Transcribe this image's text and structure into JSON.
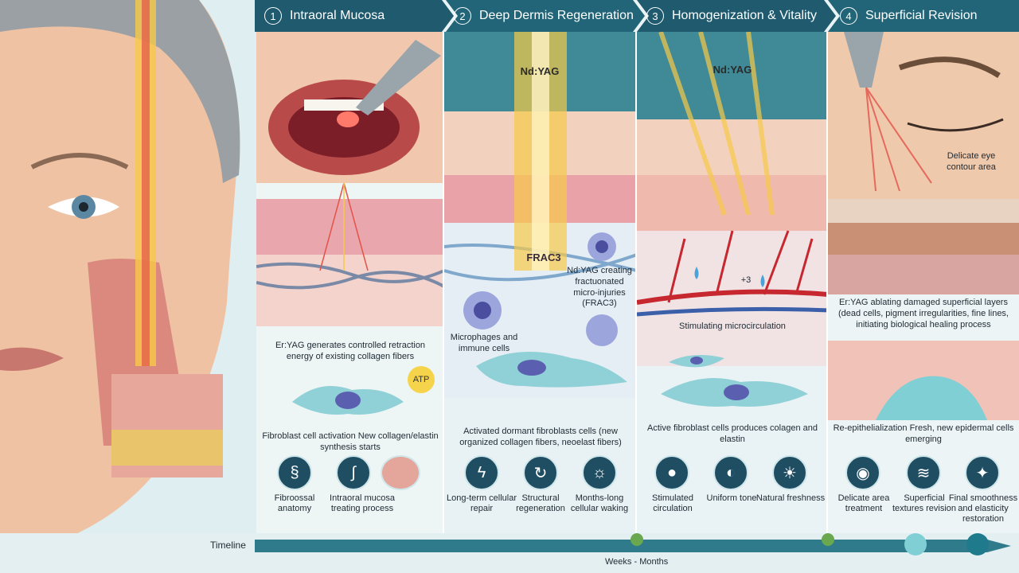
{
  "steps": [
    {
      "num": "1",
      "title": "Intraoral Mucosa"
    },
    {
      "num": "2",
      "title": "Deep Dermis Regeneration"
    },
    {
      "num": "3",
      "title": "Homogenization & Vitality"
    },
    {
      "num": "4",
      "title": "Superficial Revision"
    }
  ],
  "panel1": {
    "caption_laser": "Er:YAG generates controlled retraction energy of existing collagen fibers",
    "atp": "ATP",
    "caption_fibro": "Fibroblast cell activation New collagen/elastin synthesis starts",
    "icons": [
      {
        "icon": "dna-icon",
        "label": "Fibroossal anatomy"
      },
      {
        "icon": "dna-arrow-icon",
        "label": "Intraoral mucosa treating process"
      }
    ]
  },
  "panel2": {
    "laser_label": "Nd:YAG",
    "frac_label": "FRAC3",
    "frac_caption": "Nd:YAG creating fractuonated micro-injuries (FRAC3)",
    "macro_caption": "Microphages and immune cells",
    "fibro_caption": "Activated dormant fibroblasts cells (new organized collagen fibers, neoelast fibers)",
    "icons": [
      {
        "icon": "lightning-icon",
        "label": "Long-term cellular repair"
      },
      {
        "icon": "cycle-icon",
        "label": "Structural regeneration"
      },
      {
        "icon": "bulb-icon",
        "label": "Months-long cellular waking"
      }
    ]
  },
  "panel3": {
    "laser_label": "Nd:YAG",
    "plus_label": "+3",
    "micro_caption": "Stimulating microcirculation",
    "fibro_caption": "Active fibroblast cells produces colagen and elastin",
    "icons": [
      {
        "icon": "drop-icon",
        "label": "Stimulated circulation"
      },
      {
        "icon": "half-circle-icon",
        "label": "Uniform tone"
      },
      {
        "icon": "sun-icon",
        "label": "Natural freshness"
      }
    ]
  },
  "panel4": {
    "eye_caption": "Delicate eye contour area",
    "ablate_caption": "Er:YAG ablating damaged superficial layers (dead cells, pigment irregularities, fine lines, initiating biological healing process",
    "reepi_caption": "Re-epithelialization Fresh, new epidermal cells emerging",
    "icons": [
      {
        "icon": "eye-icon",
        "label": "Delicate area treatment"
      },
      {
        "icon": "waves-icon",
        "label": "Superficial textures revision"
      },
      {
        "icon": "sparkle-icon",
        "label": "Final smoothness and elasticity restoration"
      }
    ]
  },
  "timeline": {
    "label": "Timeline",
    "sub": "Weeks - Months"
  },
  "colors": {
    "header": "#1f5a6e",
    "laser": "#f7c948",
    "accent": "#e4524a"
  }
}
